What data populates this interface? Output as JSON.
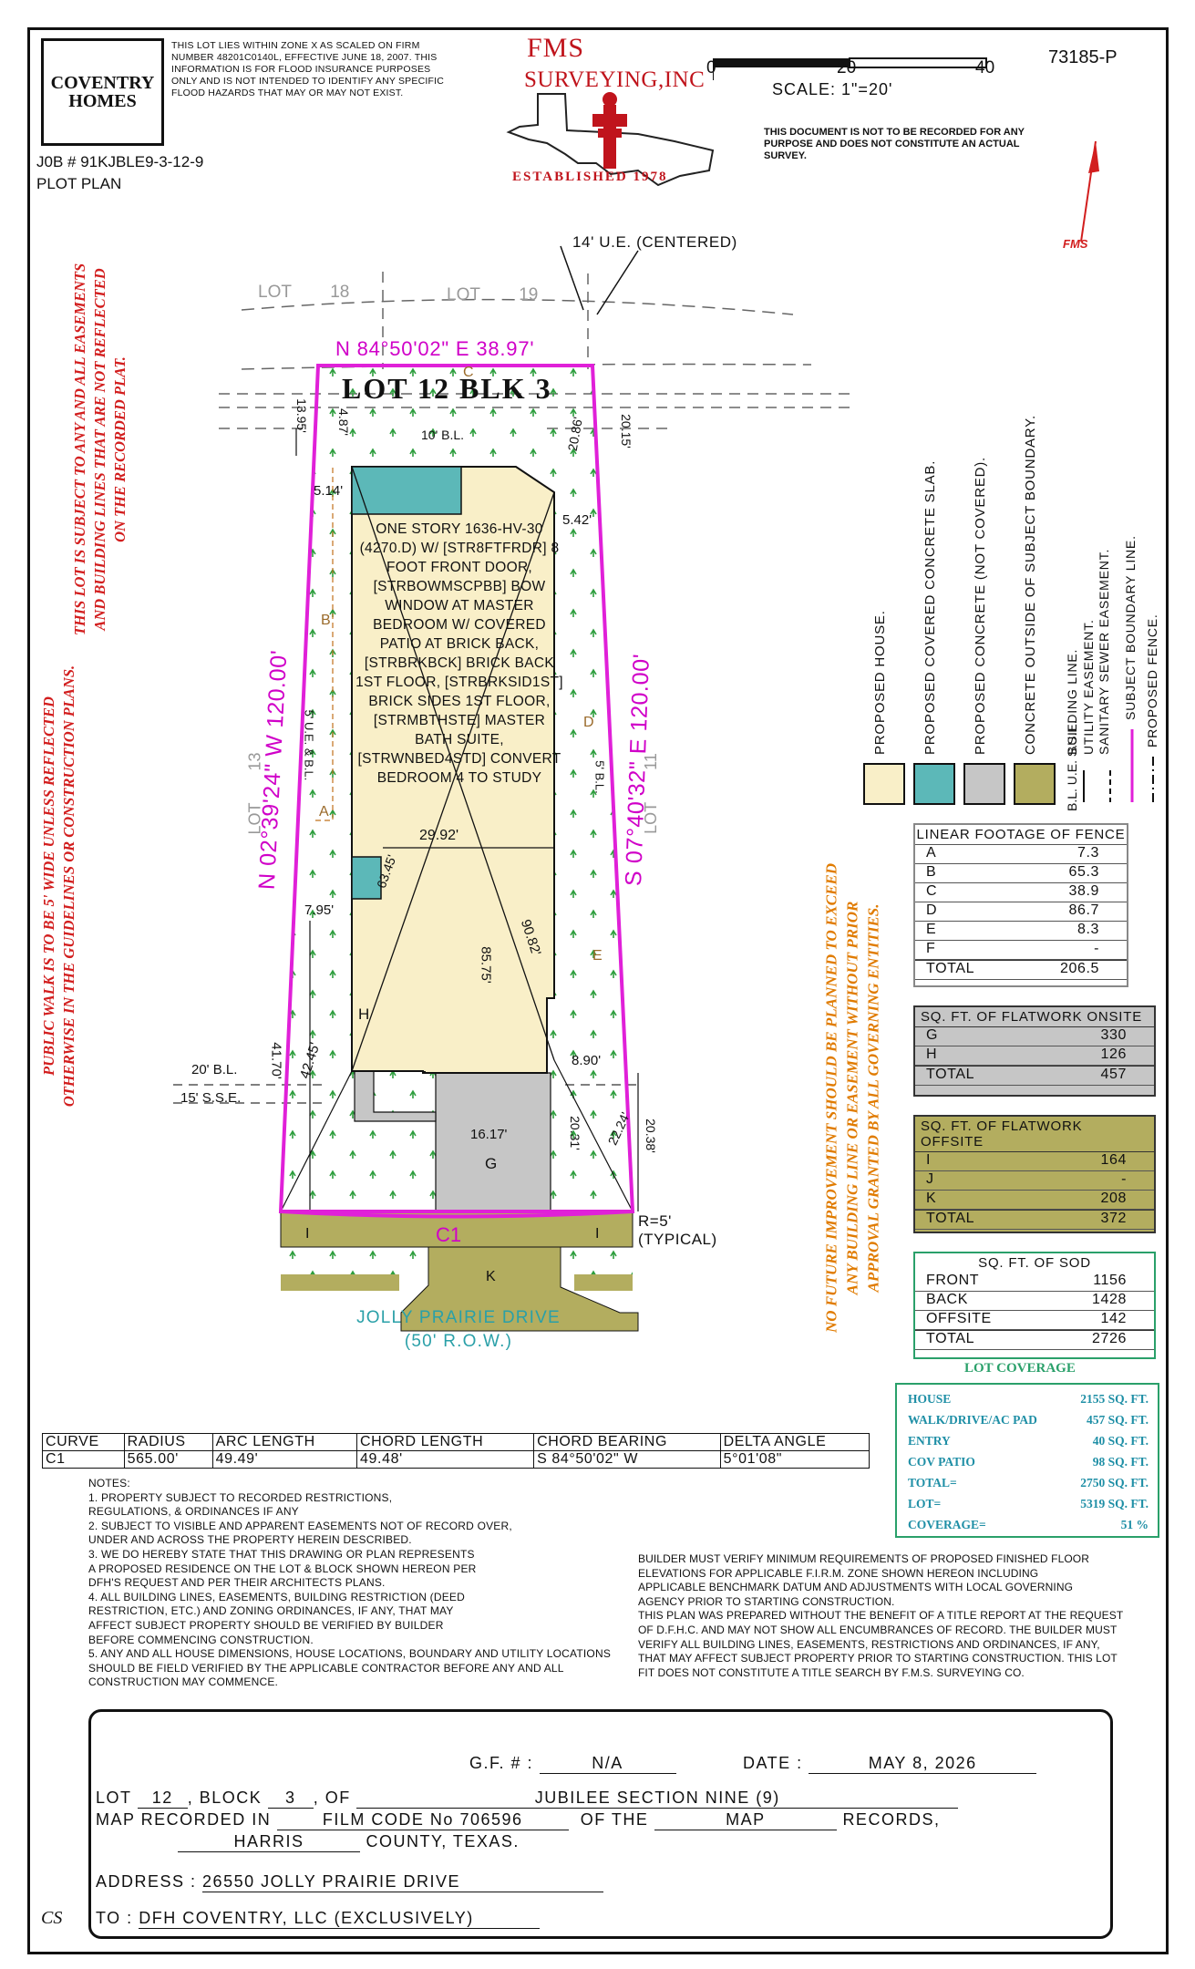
{
  "header": {
    "logo_line1": "COVENTRY",
    "logo_line2": "HOMES",
    "flood_note": "THIS LOT LIES WITHIN ZONE X AS SCALED ON FIRM NUMBER 48201C0140L, EFFECTIVE JUNE 18, 2007. THIS INFORMATION IS FOR FLOOD INSURANCE PURPOSES ONLY AND IS NOT INTENDED TO IDENTIFY ANY SPECIFIC FLOOD HAZARDS THAT MAY OR MAY NOT EXIST.",
    "job_number": "J0B # 91KJBLE9-3-12-9",
    "plan_type": "PLOT PLAN",
    "company_name": "FMS",
    "company_sub": "SURVEYING,INC",
    "established": "ESTABLISHED 1978",
    "scale_0": "0",
    "scale_20": "20",
    "scale_40": "40",
    "scale_label": "SCALE:   1\"=20'",
    "doc_number": "73185-P",
    "disclaimer": "THIS DOCUMENT IS NOT TO BE RECORDED FOR ANY PURPOSE AND DOES NOT CONSTITUTE AN ACTUAL SURVEY.",
    "north_label": "FMS"
  },
  "notes_side": {
    "easement_note": "THIS LOT IS SUBJECT TO ANY AND ALL EASEMENTS AND BUILDING LINES THAT ARE NOT REFLECTED ON THE RECORDED PLAT.",
    "sidewalk_note": "PUBLIC WALK IS TO BE 5' WIDE UNLESS REFLECTED OTHERWISE IN THE GUIDELINES OR CONSTRUCTION PLANS.",
    "future_note": "NO FUTURE IMPROVEMENT SHOULD BE PLANNED TO EXCEED ANY BUILDING LINE OR EASEMENT WITHOUT PRIOR APPROVAL GRANTED BY ALL GOVERNING ENTITIES."
  },
  "plat": {
    "lot_title": "LOT  12  BLK  3",
    "north_bearing": "N 84°50'02\" E  38.97'",
    "west_bearing": "N 02°39'24\" W  120.00'",
    "east_bearing": "S 07°40'32\" E  120.00'",
    "ue_label": "14' U.E. (CENTERED)",
    "lot18": "LOT",
    "lot18_num": "18",
    "lot19": "LOT",
    "lot19_num": "19",
    "lot13": "LOT",
    "lot13_num": "13",
    "lot11": "LOT",
    "lot11_num": "11",
    "bl_10": "10' B.L.",
    "bl_20": "20' B.L.",
    "sse_15": "15' S.S.E.",
    "ue_bl_5": "5' U.E. & B.L.",
    "bl_5": "5' B.L.",
    "d_1395": "13.95'",
    "d_487": "4.87'",
    "d_2086": "20.86'",
    "d_2015": "20.15'",
    "d_514": "5.14'",
    "d_542": "5.42'",
    "d_2992": "29.92'",
    "d_6345": "63.45'",
    "d_8575": "85.75'",
    "d_9082": "90.82'",
    "d_795": "7.95'",
    "d_4170": "41.70'",
    "d_4245": "42.45'",
    "d_890": "8.90'",
    "d_1617": "16.17'",
    "d_2031": "20.31'",
    "d_2224": "22.24'",
    "d_2038": "20.38'",
    "house_desc": "ONE STORY 1636-HV-30 (4270.D) W/ [STR8FTFRDR] 8 FOOT FRONT DOOR, [STRBOWMSCPBB] BOW WINDOW AT MASTER BEDROOM W/ COVERED PATIO AT BRICK BACK, [STRBRKBCK] BRICK BACK 1ST FLOOR, [STRBRKSID1ST] BRICK SIDES 1ST FLOOR, [STRMBTHSTE] MASTER BATH SUITE, [STRWNBED4STD] CONVERT BEDROOM 4 TO STUDY",
    "fence_a": "A",
    "fence_b": "B",
    "fence_c": "C",
    "fence_d": "D",
    "fence_e": "E",
    "area_g": "G",
    "area_h": "H",
    "area_i": "I",
    "area_k": "K",
    "curve_label": "C1",
    "radius_note": "R=5'",
    "typical": "(TYPICAL)",
    "street_name": "JOLLY PRAIRIE DRIVE",
    "street_row": "(50' R.O.W.)"
  },
  "legend": {
    "house": "PROPOSED HOUSE.",
    "covered_slab": "PROPOSED COVERED CONCRETE SLAB.",
    "concrete": "PROPOSED CONCRETE (NOT COVERED).",
    "concrete_outside": "CONCRETE OUTSIDE OF SUBJECT BOUNDARY.",
    "bl_abbr": "B.L.",
    "ue_abbr": "U.E.",
    "sse_abbr": "S.S.E.",
    "bl_desc": "BUILDING LINE.",
    "ue_desc": "UTILITY EASEMENT.",
    "sse_desc": "SANITARY SEWER EASEMENT.",
    "boundary_desc": "SUBJECT BOUNDARY LINE.",
    "fence_desc": "PROPOSED FENCE.",
    "colors": {
      "house": "#f9efc8",
      "covered": "#5cb8b8",
      "concrete": "#c6c6c6",
      "outside": "#b3ad5f",
      "boundary": "#e020d8"
    }
  },
  "fence_table": {
    "title": "LINEAR FOOTAGE OF FENCE",
    "rows": [
      {
        "k": "A",
        "v": "7.3"
      },
      {
        "k": "B",
        "v": "65.3"
      },
      {
        "k": "C",
        "v": "38.9"
      },
      {
        "k": "D",
        "v": "86.7"
      },
      {
        "k": "E",
        "v": "8.3"
      },
      {
        "k": "F",
        "v": "-"
      },
      {
        "k": "TOTAL",
        "v": "206.5"
      }
    ]
  },
  "flatwork_on": {
    "title": "SQ. FT. OF FLATWORK ONSITE",
    "rows": [
      {
        "k": "G",
        "v": "330"
      },
      {
        "k": "H",
        "v": "126"
      },
      {
        "k": "TOTAL",
        "v": "457"
      }
    ]
  },
  "flatwork_off": {
    "title": "SQ. FT. OF FLATWORK OFFSITE",
    "rows": [
      {
        "k": "I",
        "v": "164"
      },
      {
        "k": "J",
        "v": "-"
      },
      {
        "k": "K",
        "v": "208"
      },
      {
        "k": "TOTAL",
        "v": "372"
      }
    ]
  },
  "sod": {
    "title": "SQ. FT. OF SOD",
    "rows": [
      {
        "k": "FRONT",
        "v": "1156"
      },
      {
        "k": "BACK",
        "v": "1428"
      },
      {
        "k": "OFFSITE",
        "v": "142"
      },
      {
        "k": "TOTAL",
        "v": "2726"
      }
    ]
  },
  "coverage": {
    "title": "LOT COVERAGE",
    "rows": [
      {
        "k": "HOUSE",
        "v": "2155 SQ. FT."
      },
      {
        "k": "WALK/DRIVE/AC PAD",
        "v": "457 SQ. FT."
      },
      {
        "k": "ENTRY",
        "v": "40 SQ. FT."
      },
      {
        "k": "COV PATIO",
        "v": "98 SQ. FT."
      },
      {
        "k": "TOTAL=",
        "v": "2750 SQ. FT."
      },
      {
        "k": "LOT=",
        "v": "5319 SQ. FT."
      },
      {
        "k": "COVERAGE=",
        "v": "51 %"
      }
    ]
  },
  "curve_table": {
    "headers": [
      "CURVE",
      "RADIUS",
      "ARC LENGTH",
      "CHORD LENGTH",
      "CHORD BEARING",
      "DELTA ANGLE"
    ],
    "row": [
      "C1",
      "565.00'",
      "49.49'",
      "49.48'",
      "S 84°50'02\" W",
      "5°01'08\""
    ]
  },
  "notes": {
    "title": "NOTES:",
    "n1": "1. PROPERTY SUBJECT TO RECORDED RESTRICTIONS, REGULATIONS, & ORDINANCES IF ANY",
    "n2": "2. SUBJECT TO VISIBLE AND APPARENT EASEMENTS NOT OF RECORD OVER, UNDER AND ACROSS THE PROPERTY HEREIN DESCRIBED.",
    "n3": "3. WE DO HEREBY STATE THAT THIS DRAWING OR PLAN REPRESENTS A PROPOSED RESIDENCE ON THE LOT & BLOCK SHOWN HEREON PER DFH'S REQUEST AND PER THEIR ARCHITECTS PLANS.",
    "n4": "4. ALL BUILDING LINES, EASEMENTS, BUILDING RESTRICTION (DEED RESTRICTION, ETC.) AND ZONING ORDINANCES, IF ANY, THAT MAY AFFECT SUBJECT PROPERTY SHOULD BE VERIFIED BY BUILDER BEFORE COMMENCING CONSTRUCTION.",
    "n5": "5. ANY AND ALL HOUSE DIMENSIONS, HOUSE LOCATIONS, BOUNDARY AND UTILITY LOCATIONS SHOULD BE FIELD VERIFIED BY THE APPLICABLE CONTRACTOR BEFORE ANY AND ALL CONSTRUCTION MAY COMMENCE.",
    "builder1": "BUILDER MUST VERIFY MINIMUM REQUIREMENTS OF PROPOSED FINISHED FLOOR ELEVATIONS FOR APPLICABLE F.I.R.M. ZONE SHOWN HEREON INCLUDING APPLICABLE BENCHMARK DATUM AND ADJUSTMENTS WITH LOCAL GOVERNING AGENCY PRIOR TO STARTING CONSTRUCTION.",
    "builder2": "THIS PLAN WAS PREPARED WITHOUT THE BENEFIT OF A TITLE REPORT AT THE REQUEST OF D.F.H.C. AND MAY NOT SHOW ALL ENCUMBRANCES OF RECORD. THE BUILDER MUST VERIFY ALL BUILDING LINES, EASEMENTS, RESTRICTIONS AND ORDINANCES, IF ANY, THAT MAY AFFECT SUBJECT PROPERTY PRIOR TO STARTING CONSTRUCTION. THIS LOT FIT DOES NOT CONSTITUTE A TITLE SEARCH BY F.M.S. SURVEYING CO."
  },
  "title_block": {
    "gf_label": "G.F. # :",
    "gf_value": "N/A",
    "date_label": "DATE :",
    "date_value": "MAY 8, 2026",
    "lot_label": "LOT",
    "lot_value": "12",
    "block_label": ", BLOCK",
    "block_value": "3",
    "of_label": ", OF",
    "subdivision": "JUBILEE SECTION NINE (9)",
    "map_label": "MAP  RECORDED  IN",
    "film_code": "FILM CODE No 706596",
    "of_the": "OF THE",
    "map_word": "MAP",
    "records": "RECORDS,",
    "county_name": "HARRIS",
    "county_label": "COUNTY, TEXAS.",
    "address_label": "ADDRESS :",
    "address_value": "26550 JOLLY PRAIRIE DRIVE",
    "to_label": "TO :",
    "to_value": "DFH COVENTRY, LLC     (EXCLUSIVELY)",
    "initials": "CS"
  }
}
